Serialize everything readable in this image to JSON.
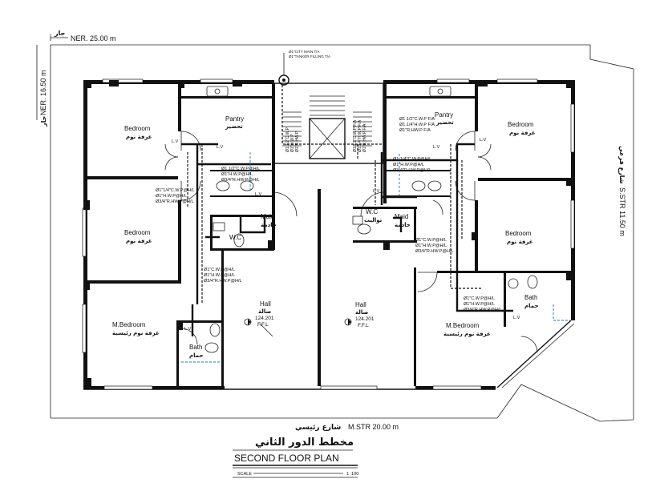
{
  "dimensions": {
    "ner_top": "NER. 25.00 m",
    "ner_top_ar": "جار",
    "ner_left": "NER. 16.50 m",
    "ner_left_ar": "جار",
    "s_str": "S.STR 11.50 m",
    "s_str_ar": "شارع فرعي",
    "m_str": "M.STR 20.00 m",
    "m_str_ar": "شارع رئيسي"
  },
  "supply_notes": [
    "Ø1\"CITY MAIN T/A",
    "Ø1\"TANKER FILLING T/A"
  ],
  "rooms": {
    "left_bedroom_1": {
      "en": "Bedroom",
      "ar": "غرفة نوم"
    },
    "left_pantry": {
      "en": "Pantry",
      "ar": "تحضير"
    },
    "left_bedroom_2": {
      "en": "Bedroom",
      "ar": "غرفة نوم"
    },
    "left_maid": {
      "en": "Maid",
      "ar": "خادمة"
    },
    "left_wc": {
      "en": "W.C",
      "ar": ""
    },
    "left_hall": {
      "en": "Hall",
      "ar": "صالة"
    },
    "left_mbedroom": {
      "en": "M.Bedroom",
      "ar": "غرفة نوم رئيسية"
    },
    "left_bath": {
      "en": "Bath",
      "ar": "حمام"
    },
    "right_pantry": {
      "en": "Pantry",
      "ar": "تحضير"
    },
    "right_bedroom_1": {
      "en": "Bedroom",
      "ar": "غرفة نوم"
    },
    "right_wc": {
      "en": "W.C",
      "ar": "تواليت"
    },
    "right_maid": {
      "en": "Maid",
      "ar": "خادمة"
    },
    "right_bedroom_2": {
      "en": "Bedroom",
      "ar": "غرفة نوم"
    },
    "right_hall": {
      "en": "Hall",
      "ar": "صالة"
    },
    "right_bath": {
      "en": "Bath",
      "ar": "حمام"
    },
    "right_mbedroom": {
      "en": "M.Bedroom",
      "ar": "غرفة نوم رئيسية"
    }
  },
  "level_marks": {
    "left": {
      "value": "124.201",
      "label": "F.F.L"
    },
    "right": {
      "value": "124.201",
      "label": "F.F.L"
    }
  },
  "pipe_notes": {
    "left_pantry": [
      "Ø1.1/2\"C.W.P@H/L",
      "Ø1\"H.W.P@H/L",
      "Ø3/4\"R.HW.P@H/L"
    ],
    "left_corridor": [
      "Ø1\"1/4\"C.W.P@H/L",
      "Ø1\"H.W.P@H/L",
      "Ø3/4\"R.HW.P@H/L"
    ],
    "left_hall": [
      "Ø1\"C.W.P@H/L",
      "Ø1\"H.W.P@H/L",
      "Ø3/4\"R.HW.P@H/L"
    ],
    "right_pantry": [
      "Ø1.1/2\"C.W.P F/A",
      "Ø1.1/4\"H.W.P F/A",
      "Ø1\"R.HW.P F/A"
    ],
    "right_corridor": [
      "Ø1.1/4\"C.W.P@H/L",
      "Ø1\"H.W.P@H/L",
      "Ø3/4\"R.HW.P@H/L"
    ],
    "right_maid": [
      "Ø1\"C.W.P@H/L",
      "Ø1\"H.W.P@H/L",
      "Ø3/4\"R.HW.P@H/L"
    ],
    "right_bath": [
      "Ø1\"C.W.P@H/L",
      "Ø1\"H.W.P@H/L",
      "Ø3/4\"R.HW.P@H/L"
    ],
    "core_left": [
      "Ø1.1/2\"C.W.P",
      "Ø1\"H.W.P",
      "Ø1\"R.HW.P"
    ],
    "core_right": [
      "Ø1.1/2\"C.W.P F/A",
      "Ø1.1/4\"H.W.P F/A",
      "Ø1\"R.HW.P F/A"
    ]
  },
  "valve_labels": [
    "L.V",
    "L.V",
    "L.V",
    "L.V",
    "L.V",
    "L.V",
    "L.V",
    "L.V"
  ],
  "title_ar": "مخطط الدور الثاني",
  "title_en": "SECOND FLOOR PLAN",
  "scale_label": "SCALE",
  "scale_value": "1 :100"
}
